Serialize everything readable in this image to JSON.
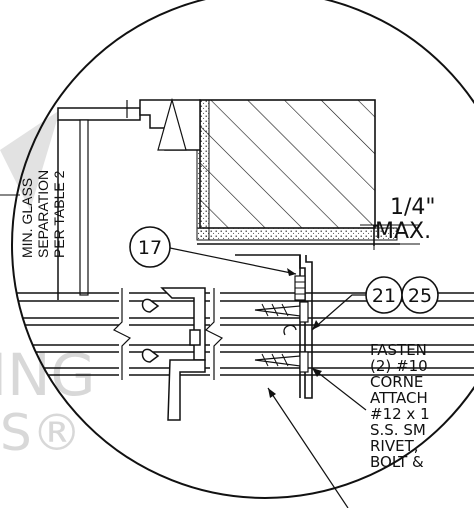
{
  "callouts": {
    "c17": "17",
    "c21": "21",
    "c25": "25"
  },
  "glass_note": {
    "line1": "MIN. GLASS",
    "line2": "SEPARATION",
    "line3": "PER TABLE 2"
  },
  "dimension": {
    "value": "1/4\"",
    "max": "MAX."
  },
  "fastener_note": {
    "line1": "FASTEN",
    "line2": "(2) #10",
    "line3": "CORNE",
    "line4": "ATTACH",
    "line5": "#12 x 1",
    "line6": "S.S. SM",
    "line7": "RIVET,",
    "line8": "BOLT &"
  },
  "watermark": {
    "text1": "ING",
    "text2": "S®"
  },
  "colors": {
    "ink": "#111111",
    "watermark": "#d8d8d8"
  }
}
